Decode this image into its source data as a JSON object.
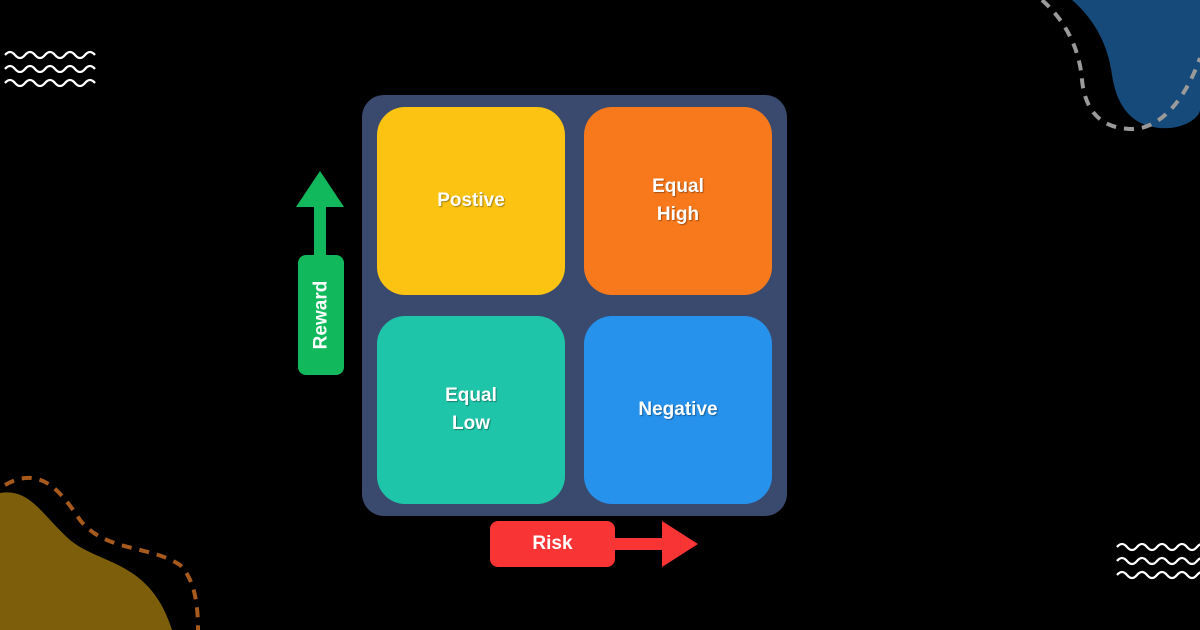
{
  "matrix": {
    "title": "Risk / Reward Matrix",
    "quadrants": [
      {
        "position": "top-left",
        "label": "Postive",
        "color": "#fdc312"
      },
      {
        "position": "top-right",
        "label": "Equal\nHigh",
        "color": "#f8781c"
      },
      {
        "position": "bottom-left",
        "label": "Equal\nLow",
        "color": "#1fc5a8"
      },
      {
        "position": "bottom-right",
        "label": "Negative",
        "color": "#2792ec"
      }
    ],
    "panel_color": "#3a4a6e"
  },
  "axes": {
    "y": {
      "label": "Reward",
      "direction": "up",
      "color": "#12b95c"
    },
    "x": {
      "label": "Risk",
      "direction": "right",
      "color": "#f93434"
    }
  },
  "decorations": {
    "blob_top_right_color": "#154a7a",
    "blob_bottom_left_color": "#7d5f0b",
    "dash_top_right_color": "#9a9a9a",
    "dash_bottom_left_color": "#a85a1c",
    "wave_color": "#ffffff"
  }
}
